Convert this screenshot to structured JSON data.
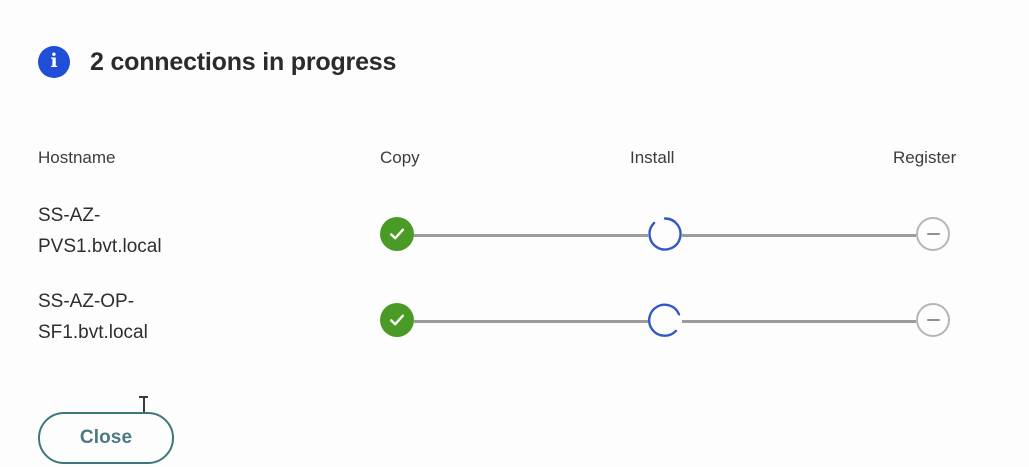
{
  "header": {
    "icon": "info-circle-icon",
    "icon_glyph": "i",
    "title": "2 connections in progress",
    "icon_color": "#1f4fd8"
  },
  "table": {
    "columns": [
      {
        "key": "hostname",
        "label": "Hostname"
      },
      {
        "key": "copy",
        "label": "Copy"
      },
      {
        "key": "install",
        "label": "Install"
      },
      {
        "key": "register",
        "label": "Register"
      }
    ],
    "rows": [
      {
        "hostname": "SS-AZ-\nPVS1.bvt.local",
        "stages": [
          {
            "name": "Copy",
            "state": "done"
          },
          {
            "name": "Install",
            "state": "in-progress"
          },
          {
            "name": "Register",
            "state": "pending"
          }
        ]
      },
      {
        "hostname": "SS-AZ-OP-\nSF1.bvt.local",
        "stages": [
          {
            "name": "Copy",
            "state": "done"
          },
          {
            "name": "Install",
            "state": "in-progress"
          },
          {
            "name": "Register",
            "state": "pending"
          }
        ]
      }
    ]
  },
  "footer": {
    "close_label": "Close",
    "close_border_color": "#3f767d",
    "close_text_color": "#4a7a80"
  },
  "colors": {
    "done_green": "#4a9a26",
    "in_progress_blue": "#3358c6",
    "pending_gray": "#b6b6b6",
    "connector_gray": "#9b9b9b",
    "background": "#fdfdfd"
  }
}
